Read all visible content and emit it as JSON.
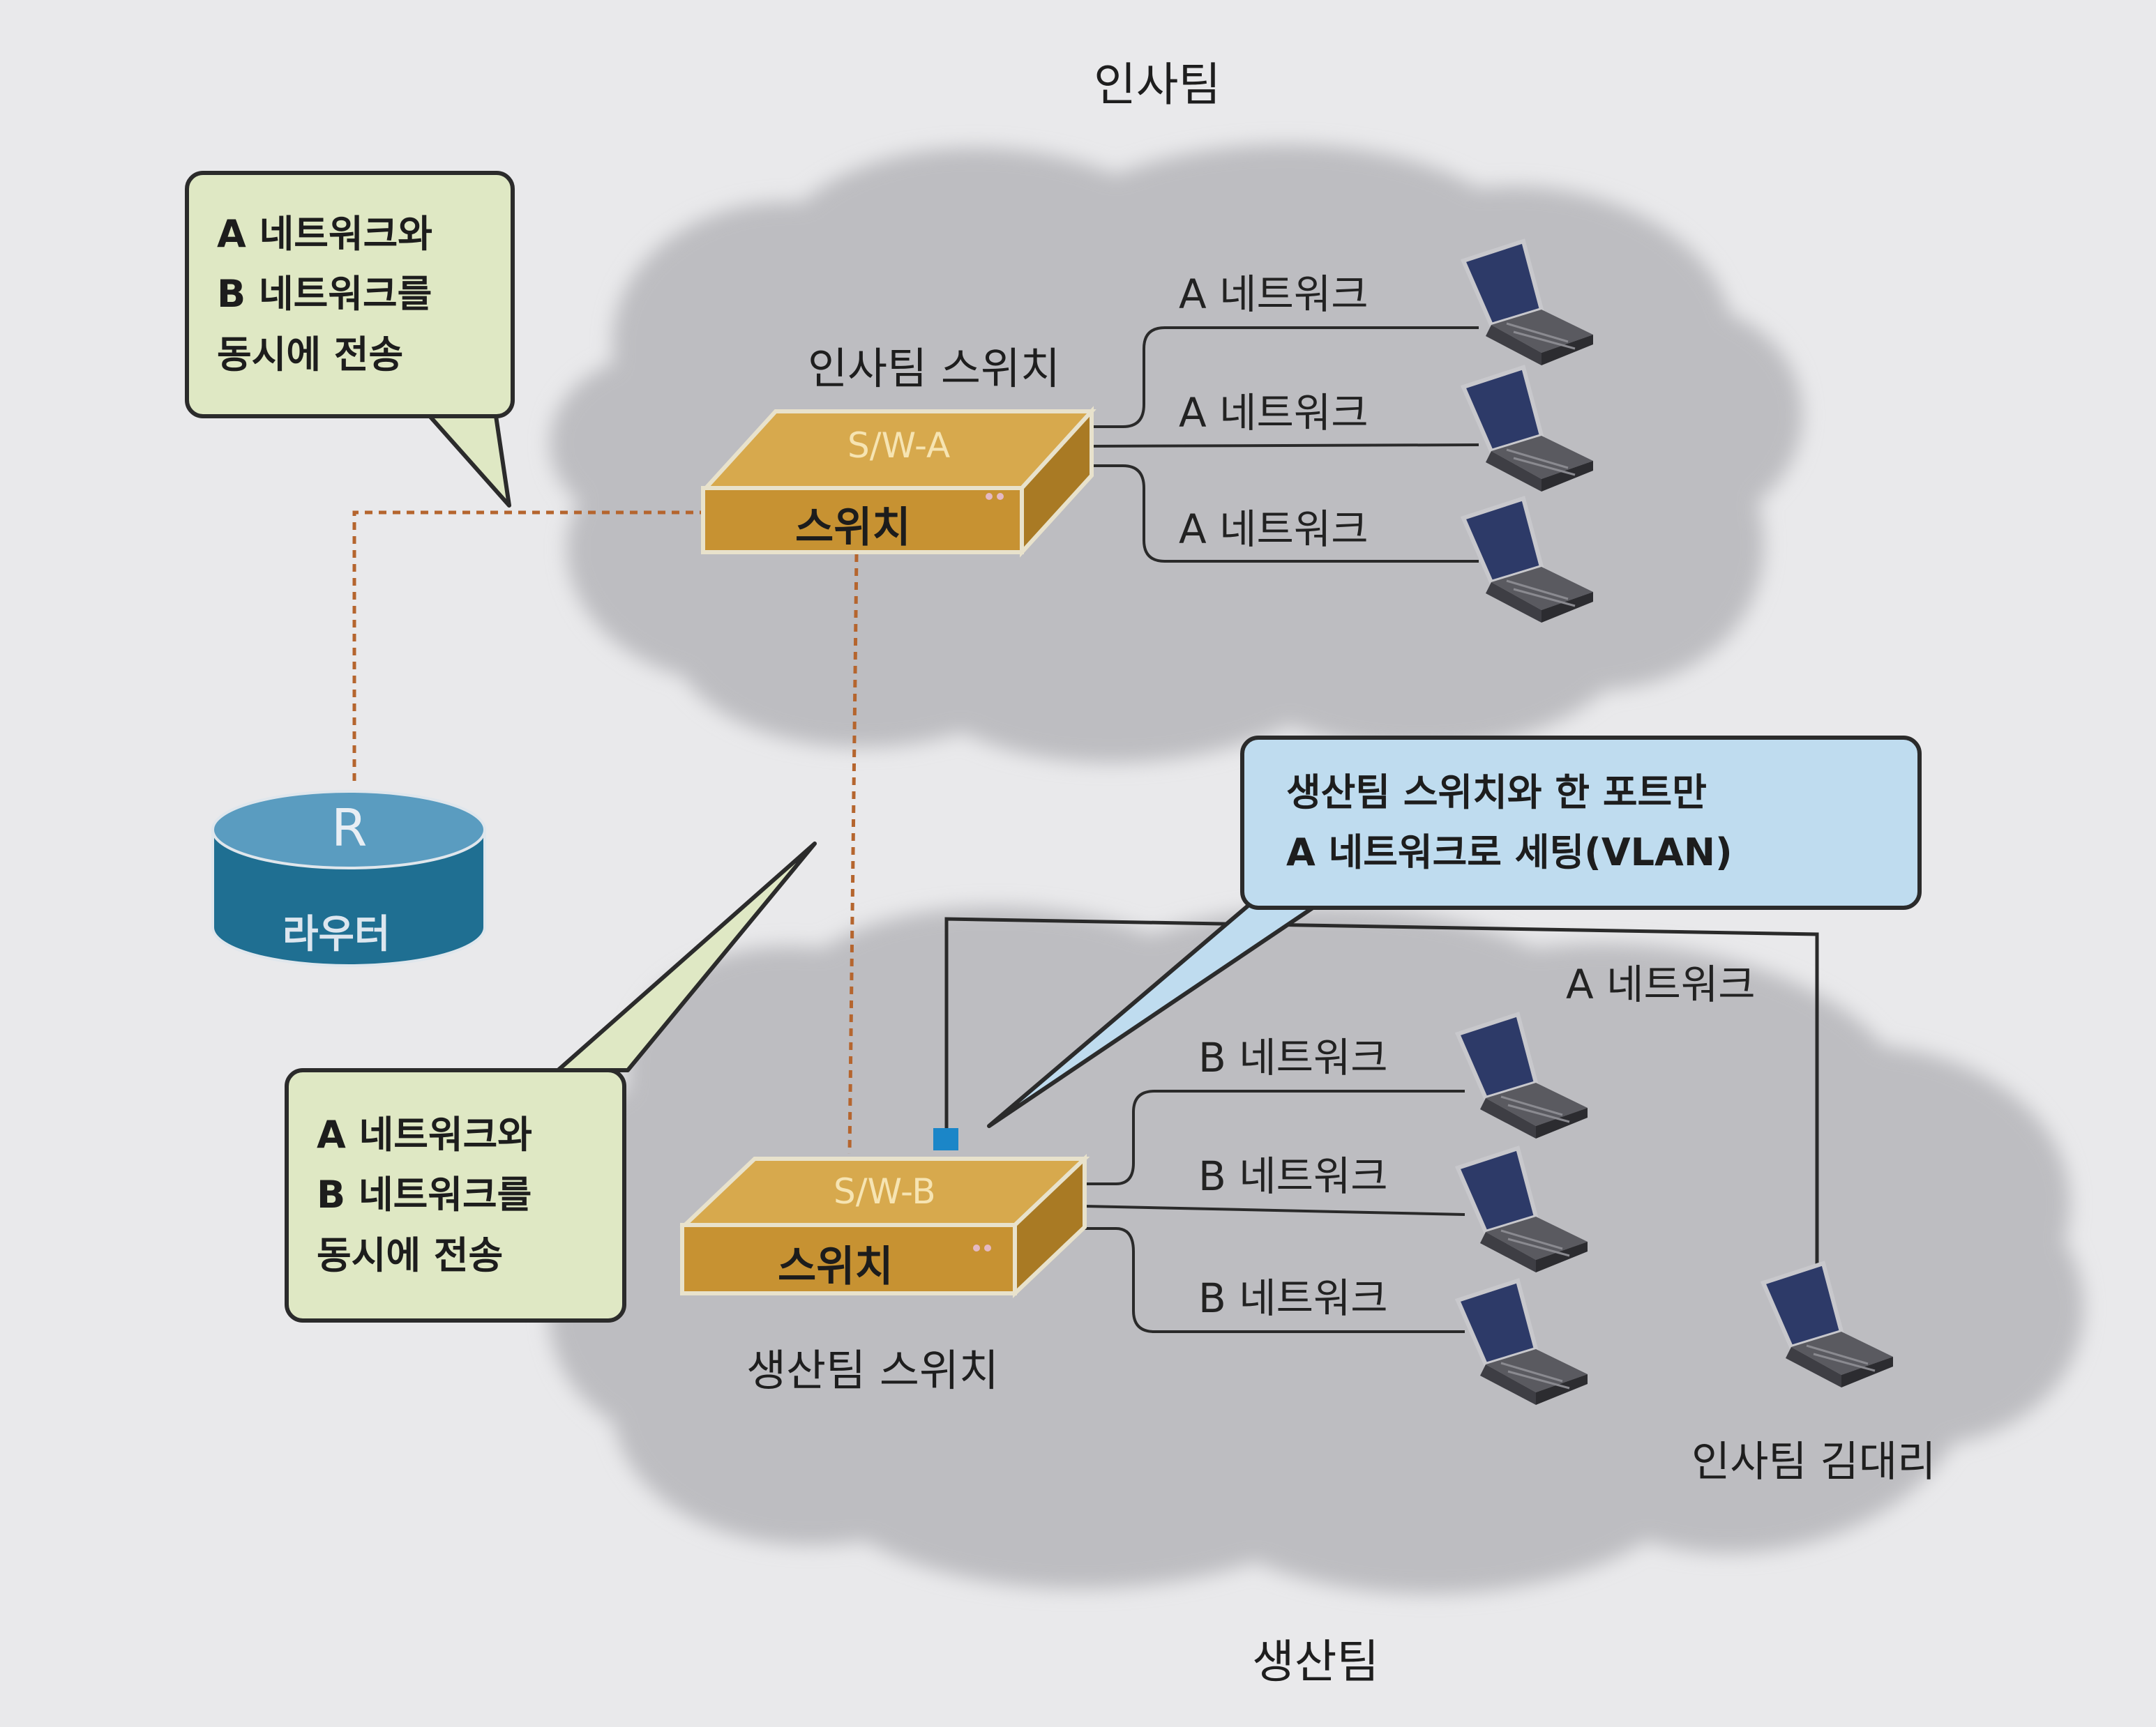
{
  "teams": {
    "hr_title": "인사팀",
    "prod_title": "생산팀"
  },
  "hr_switch": {
    "caption": "인사팀 스위치",
    "name": "S/W-A",
    "body_label": "스위치"
  },
  "prod_switch": {
    "caption": "생산팀 스위치",
    "name": "S/W-B",
    "body_label": "스위치"
  },
  "router": {
    "letter": "R",
    "name": "라우터"
  },
  "hr_network_labels": [
    "A 네트워크",
    "A 네트워크",
    "A 네트워크"
  ],
  "prod_network_labels": [
    "B 네트워크",
    "B 네트워크",
    "B 네트워크"
  ],
  "vlan_link_label": "A 네트워크",
  "remote_pc_label": "인사팀 김대리",
  "callout_top": [
    "A 네트워크와",
    "B 네트워크를",
    "동시에 전송"
  ],
  "callout_bottom": [
    "A 네트워크와",
    "B 네트워크를",
    "동시에 전송"
  ],
  "callout_vlan": [
    "생산팀 스위치와 한 포트만",
    "A 네트워크로 세팅(VLAN)"
  ],
  "colors": {
    "cloud": "#bdbdc1",
    "switch_top": "#d7a94d",
    "switch_front": "#c79232",
    "switch_side": "#a97a24",
    "router": "#1f6f92",
    "router_top": "#5a9cc0",
    "trunk_line": "#b5652e",
    "callout_green": "#dfe8c4",
    "callout_blue": "#bfdcef",
    "vlan_port": "#1b86c8"
  }
}
